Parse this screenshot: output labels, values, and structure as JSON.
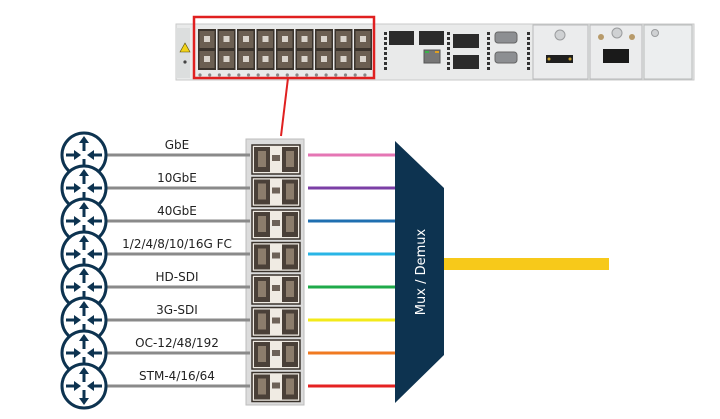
{
  "device": {
    "name": "chassis-front-panel",
    "port_rows": 2,
    "port_columns": 9,
    "highlight_color": "#e02020"
  },
  "clients": [
    {
      "label": "GbE",
      "color": "#e576b4"
    },
    {
      "label": "10GbE",
      "color": "#7b3fa6"
    },
    {
      "label": "40GbE",
      "color": "#1f6fb0"
    },
    {
      "label": "1/2/4/8/10/16G FC",
      "color": "#29b5e6"
    },
    {
      "label": "HD-SDI",
      "color": "#1faa4a"
    },
    {
      "label": "3G-SDI",
      "color": "#f3ea1a"
    },
    {
      "label": "OC-12/48/192",
      "color": "#f07a21"
    },
    {
      "label": "STM-4/16/64",
      "color": "#e52222"
    }
  ],
  "mux": {
    "label": "Mux / Demux",
    "color": "#0d3350",
    "text_color": "#ffffff"
  },
  "trunk": {
    "color": "#f7c91a"
  },
  "router_icon": {
    "color": "#0d3350"
  },
  "client_line_color": "#8a8a8a"
}
